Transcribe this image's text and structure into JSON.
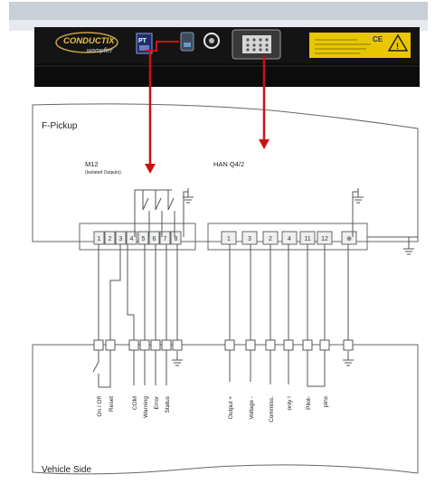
{
  "header": {
    "brand_line1": "CONDUCTIX",
    "brand_line2": "wampfler",
    "module_badge": "PT",
    "warning_symbol": "!",
    "ce_mark": "CE"
  },
  "pickup_box": {
    "title": "F-Pickup"
  },
  "vehicle_box": {
    "title": "Vehicle Side"
  },
  "connectors": {
    "m12": {
      "title": "M12",
      "subtitle": "(Isolated Outputs)"
    },
    "han": {
      "title": "HAN Q4/2"
    }
  },
  "terminals": {
    "m12": [
      "1",
      "2",
      "3",
      "4",
      "5",
      "6",
      "7",
      "8"
    ],
    "han": [
      "1",
      "3",
      "2",
      "4",
      "11",
      "12",
      "⊕"
    ]
  },
  "signals": {
    "on_off": "On / Off",
    "reset": "Reset",
    "com": "COM",
    "warning": "Warning",
    "error": "Error",
    "status": "Status",
    "output_plus": "Output  +",
    "voltage_minus": "Voltage  -",
    "commiss": "Commiss.",
    "only": "only !",
    "pilot": "Pilot-",
    "pins": "pins"
  },
  "colors": {
    "arrow": "#cc1111",
    "line": "#555555",
    "terminal": "#eef0f0",
    "device": "#141414",
    "label_yellow": "#e8c700"
  }
}
